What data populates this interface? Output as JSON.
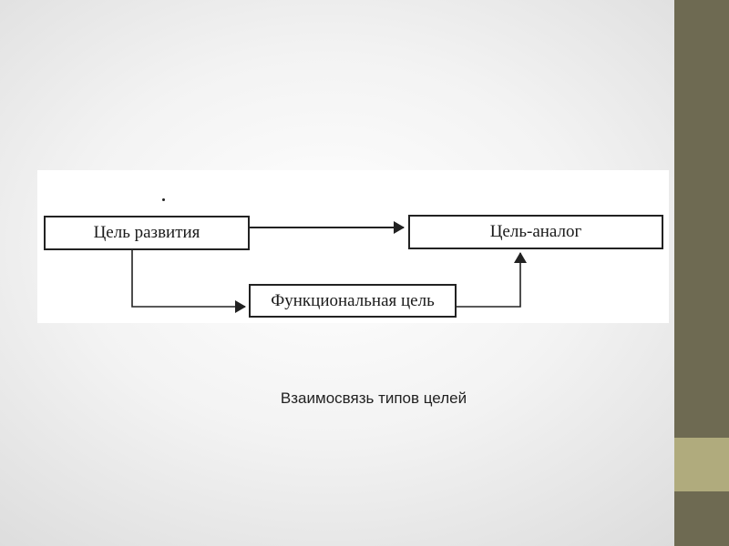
{
  "slide": {
    "caption": "Взаимосвязь типов целей"
  },
  "diagram": {
    "nodes": {
      "development_goal": "Цель развития",
      "analog_goal": "Цель-аналог",
      "functional_goal": "Функциональная цель"
    },
    "edges": [
      {
        "from": "development_goal",
        "to": "analog_goal"
      },
      {
        "from": "development_goal",
        "to": "functional_goal"
      },
      {
        "from": "functional_goal",
        "to": "analog_goal"
      }
    ]
  },
  "colors": {
    "sidebar": "#6e6a52",
    "sidebar_accent": "#b0ab7d",
    "line": "#222222"
  }
}
